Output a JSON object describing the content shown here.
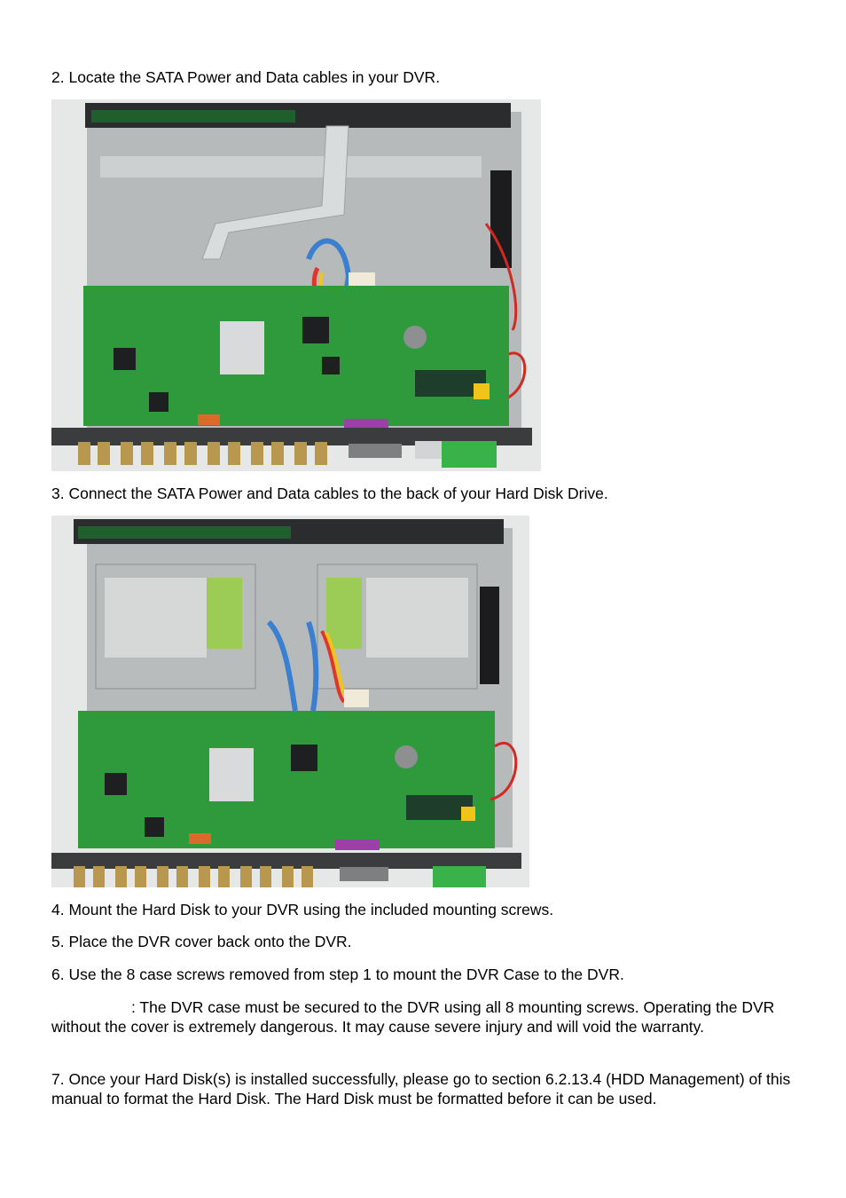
{
  "steps": {
    "step2": "2. Locate the SATA Power and Data cables in your DVR.",
    "step3": "3. Connect the SATA Power and Data cables to the back of your Hard Disk Drive.",
    "step4": "4. Mount the Hard Disk to your DVR using the included mounting screws.",
    "step5": "5. Place the DVR cover back onto the DVR.",
    "step6": "6. Use the 8 case screws removed from step 1 to mount the DVR Case to the DVR.",
    "warning": ": The DVR case must be secured to the DVR using all 8 mounting screws.   Operating the DVR without the cover is extremely dangerous. It may cause severe injury and will void the warranty.",
    "step7": "7. Once your Hard Disk(s) is installed successfully, please go to section 6.2.13.4 (HDD Management) of this manual to format the Hard Disk.   The Hard Disk must be formatted before it can be used."
  },
  "colors": {
    "pcb": "#2f9a3c",
    "chassis": "#b9bcbd",
    "frame": "#2a2c2e",
    "bnc": "#b8974e",
    "hdd_label": "#9ccc55",
    "terminal": "#39b24a"
  }
}
